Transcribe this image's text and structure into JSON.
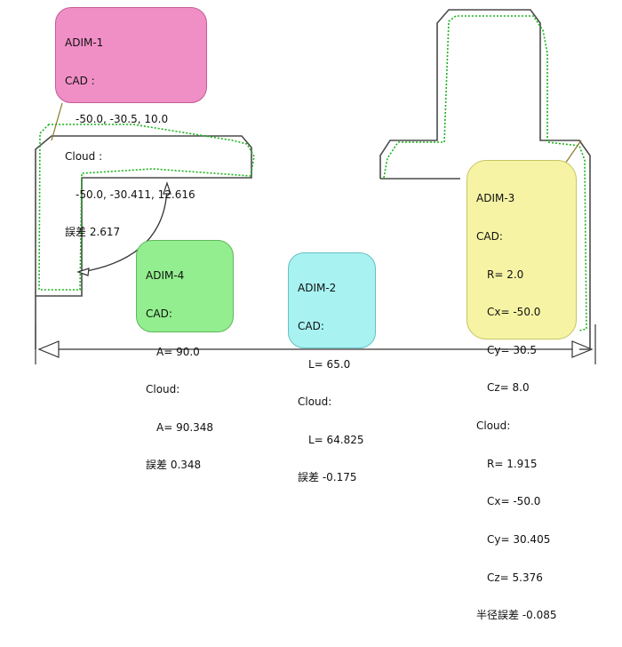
{
  "viewer": {
    "annotations": [
      {
        "id": "ADIM-1",
        "color": "#f08fc6",
        "lines": [
          "ADIM-1",
          "CAD :",
          "-50.0, -30.5, 10.0",
          "Cloud :",
          "-50.0, -30.411, 12.616",
          "誤差 2.617"
        ]
      },
      {
        "id": "ADIM-2",
        "color": "#a8f2f2",
        "lines": [
          "ADIM-2",
          "CAD:",
          "L= 65.0",
          "Cloud:",
          "L= 64.825",
          "誤差 -0.175"
        ]
      },
      {
        "id": "ADIM-3",
        "color": "#f6f4a4",
        "lines": [
          "ADIM-3",
          "CAD:",
          "R= 2.0",
          "Cx= -50.0",
          "Cy= 30.5",
          "Cz= 8.0",
          "Cloud:",
          "R= 1.915",
          "Cx= -50.0",
          "Cy= 30.405",
          "Cz= 5.376",
          "半径誤差 -0.085"
        ]
      },
      {
        "id": "ADIM-4",
        "color": "#92ee8e",
        "lines": [
          "ADIM-4",
          "CAD:",
          "A= 90.0",
          "Cloud:",
          "A= 90.348",
          "誤差 0.348"
        ]
      }
    ],
    "colors": {
      "cad_outline": "#4a4a4a",
      "cloud_outline": "#19b419",
      "dimension_line": "#333333",
      "leader_line": "#8a7a2a"
    }
  }
}
